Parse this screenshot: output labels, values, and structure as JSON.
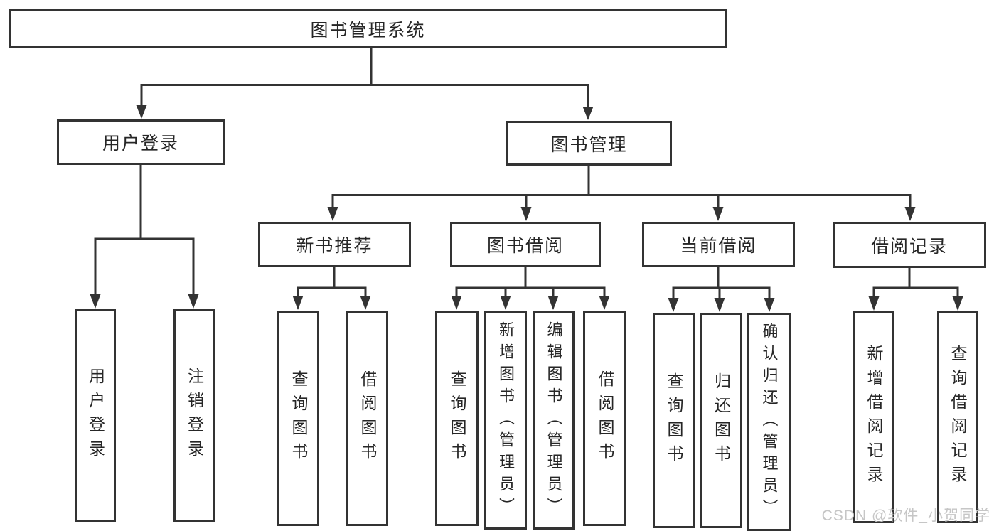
{
  "page": {
    "background": "#ffffff"
  },
  "colors": {
    "line": "#333333",
    "box_border": "#333333",
    "text": "#262626",
    "watermark": "#c6c6c6"
  },
  "watermark": {
    "text": "CSDN @软件_小贺同学"
  },
  "diagram": {
    "type": "tree",
    "root": {
      "label": "图书管理系统",
      "children": [
        {
          "label": "用户登录",
          "children": [
            {
              "label": "用户登录"
            },
            {
              "label": "注销登录"
            }
          ]
        },
        {
          "label": "图书管理",
          "children": [
            {
              "label": "新书推荐",
              "children": [
                {
                  "label": "查询图书"
                },
                {
                  "label": "借阅图书"
                }
              ]
            },
            {
              "label": "图书借阅",
              "children": [
                {
                  "label": "查询图书"
                },
                {
                  "label": "新增图书（管理员）"
                },
                {
                  "label": "编辑图书（管理员）"
                },
                {
                  "label": "借阅图书"
                }
              ]
            },
            {
              "label": "当前借阅",
              "children": [
                {
                  "label": "查询图书"
                },
                {
                  "label": "归还图书"
                },
                {
                  "label": "确认归还（管理员）"
                }
              ]
            },
            {
              "label": "借阅记录",
              "children": [
                {
                  "label": "新增借阅记录"
                },
                {
                  "label": "查询借阅记录"
                }
              ]
            }
          ]
        }
      ]
    }
  }
}
